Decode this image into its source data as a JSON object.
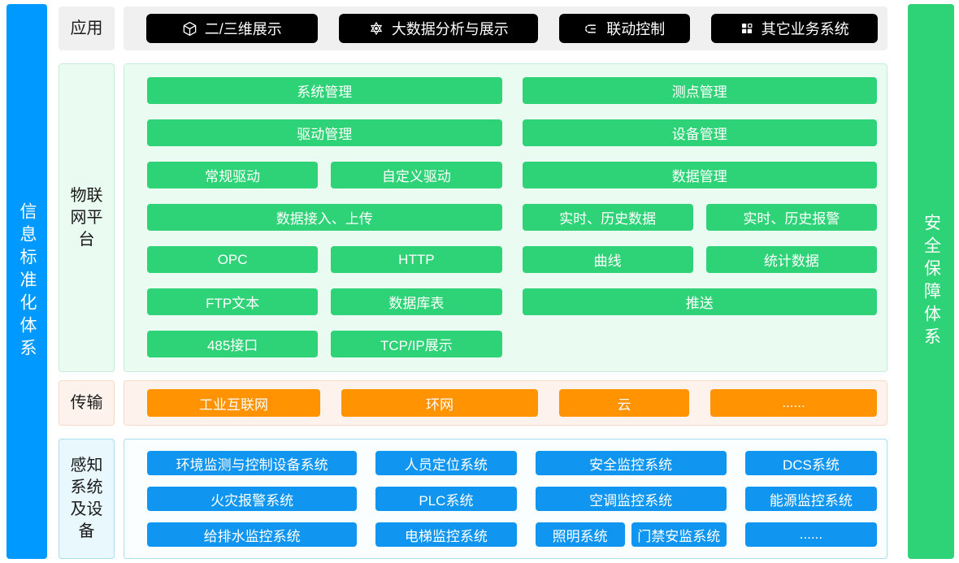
{
  "left_bar": {
    "label": "信息标准化体系"
  },
  "right_bar": {
    "label": "安全保障体系"
  },
  "app_row": {
    "label": "应用",
    "buttons": [
      {
        "icon": "cube-icon",
        "label": "二/三维展示"
      },
      {
        "icon": "analytics-icon",
        "label": "大数据分析与展示"
      },
      {
        "icon": "linkage-icon",
        "label": "联动控制"
      },
      {
        "icon": "apps-icon",
        "label": "其它业务系统"
      }
    ]
  },
  "iot": {
    "label": "物联网平台",
    "left_rows": [
      [
        "系统管理"
      ],
      [
        "驱动管理"
      ],
      [
        "常规驱动",
        "自定义驱动"
      ],
      [
        "数据接入、上传"
      ],
      [
        "OPC",
        "HTTP"
      ],
      [
        "FTP文本",
        "数据库表"
      ],
      [
        "485接口",
        "TCP/IP展示"
      ]
    ],
    "right_rows": [
      [
        "测点管理"
      ],
      [
        "设备管理"
      ],
      [
        "数据管理"
      ],
      [
        "实时、历史数据",
        "实时、历史报警"
      ],
      [
        "曲线",
        "统计数据"
      ],
      [
        "推送"
      ]
    ]
  },
  "transport": {
    "label": "传输",
    "buttons": [
      "工业互联网",
      "环网",
      "云",
      "......"
    ]
  },
  "perception": {
    "label": "感知系统及设备",
    "rows": [
      [
        "环境监测与控制设备系统",
        "人员定位系统",
        "安全监控系统",
        "DCS系统"
      ],
      [
        "火灾报警系统",
        "PLC系统",
        "空调监控系统",
        "能源监控系统"
      ],
      [
        "给排水监控系统",
        "电梯监控系统",
        "照明系统",
        "门禁安监系统",
        "......"
      ]
    ]
  },
  "colors": {
    "left_bar_blue": "#0099ff",
    "right_bar_green": "#2fd377",
    "green_button": "#2fd377",
    "orange_button": "#ff9302",
    "blue_button": "#1096f0",
    "black_button": "#000000"
  }
}
